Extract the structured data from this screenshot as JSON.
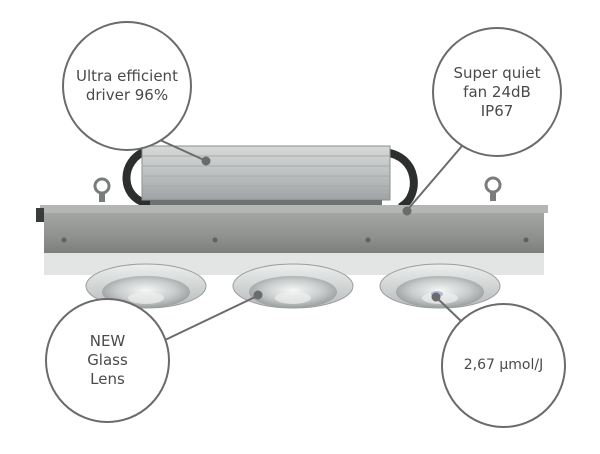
{
  "callouts": [
    {
      "text": "Ultra efficient\ndriver 96%"
    },
    {
      "text": "Super quiet\nfan 24dB\nIP67"
    },
    {
      "text": "NEW\nGlass\nLens"
    },
    {
      "text": "2,67 μmol/J"
    }
  ],
  "colors": {
    "housing": "#8e918e",
    "driver_body": "#bfc2c2",
    "lens_rim": "#d6d8d8",
    "callout_border": "#6b6b6b",
    "callout_text": "#4a4a4a"
  }
}
